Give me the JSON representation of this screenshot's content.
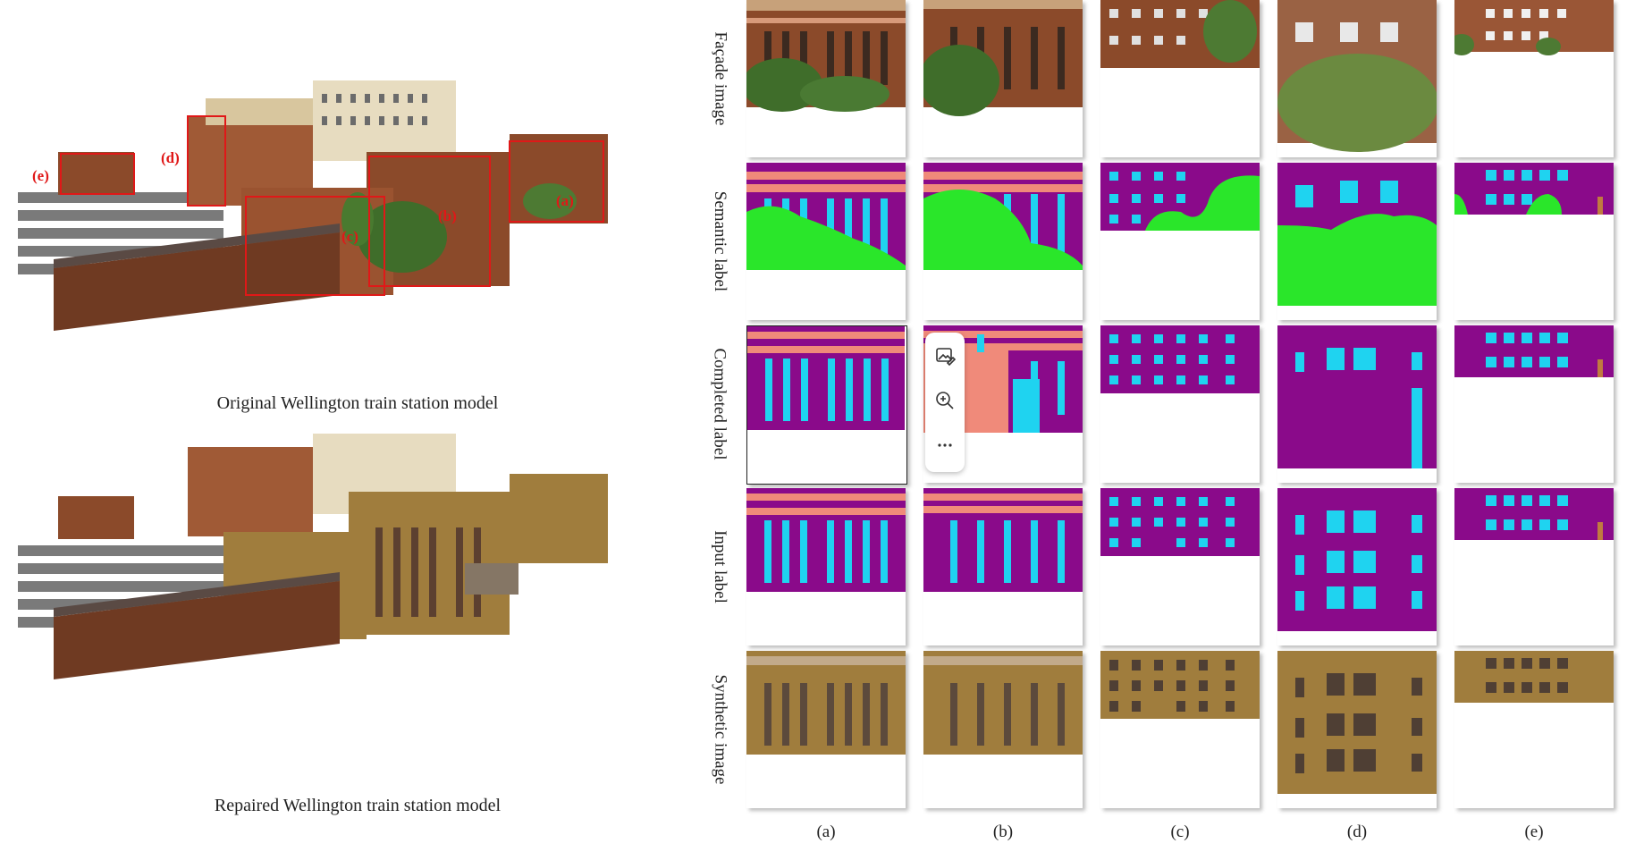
{
  "left": {
    "models": [
      {
        "caption": "Original Wellington train station model",
        "callouts": [
          "(a)",
          "(b)",
          "(c)",
          "(d)",
          "(e)"
        ]
      },
      {
        "caption": "Repaired Wellington train station model"
      }
    ]
  },
  "grid": {
    "rows": [
      {
        "label": "Façade image"
      },
      {
        "label": "Semantic label"
      },
      {
        "label": "Completed label"
      },
      {
        "label": "Input label"
      },
      {
        "label": "Synthetic image"
      }
    ],
    "columns": [
      {
        "label": "(a)"
      },
      {
        "label": "(b)"
      },
      {
        "label": "(c)"
      },
      {
        "label": "(d)"
      },
      {
        "label": "(e)"
      }
    ]
  },
  "toolbar": {
    "icons": [
      "image-edit-icon",
      "zoom-in-icon",
      "more-icon"
    ]
  },
  "colors": {
    "wall_purple": "#8a0a8a",
    "window_cyan": "#1fd3f0",
    "cornice_salmon": "#f08a7a",
    "vegetation_green": "#2ae62a",
    "brick": "#8b4a2a",
    "sand_wall": "#a07d3d"
  }
}
